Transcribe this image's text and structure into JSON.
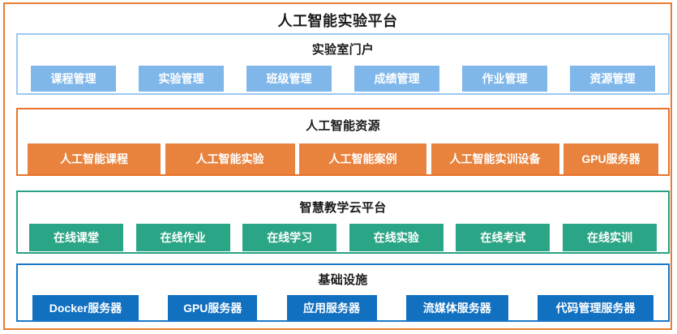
{
  "platform": {
    "title": "人工智能实验平台",
    "frame_color": "#E87D30"
  },
  "layers": [
    {
      "id": "portal",
      "title": "实验室门户",
      "border_color": "#9CC8F0",
      "chip_color": "#7FB7EA",
      "items": [
        {
          "label": "课程管理"
        },
        {
          "label": "实验管理"
        },
        {
          "label": "班级管理"
        },
        {
          "label": "成绩管理"
        },
        {
          "label": "作业管理"
        },
        {
          "label": "资源管理"
        }
      ]
    },
    {
      "id": "resources",
      "title": "人工智能资源",
      "border_color": "#E8732A",
      "chip_color": "#E8823C",
      "items": [
        {
          "label": "人工智能课程"
        },
        {
          "label": "人工智能实验"
        },
        {
          "label": "人工智能案例"
        },
        {
          "label": "人工智能实训设备"
        },
        {
          "label": "GPU服务器"
        }
      ]
    },
    {
      "id": "cloud",
      "title": "智慧教学云平台",
      "border_color": "#26A283",
      "chip_color": "#2AA585",
      "items": [
        {
          "label": "在线课堂"
        },
        {
          "label": "在线作业"
        },
        {
          "label": "在线学习"
        },
        {
          "label": "在线实验"
        },
        {
          "label": "在线考试"
        },
        {
          "label": "在线实训"
        }
      ]
    },
    {
      "id": "infrastructure",
      "title": "基础设施",
      "border_color": "#1877C9",
      "chip_color": "#1270C0",
      "items": [
        {
          "label": "Docker服务器"
        },
        {
          "label": "GPU服务器"
        },
        {
          "label": "应用服务器"
        },
        {
          "label": "流媒体服务器"
        },
        {
          "label": "代码管理服务器"
        }
      ]
    }
  ]
}
